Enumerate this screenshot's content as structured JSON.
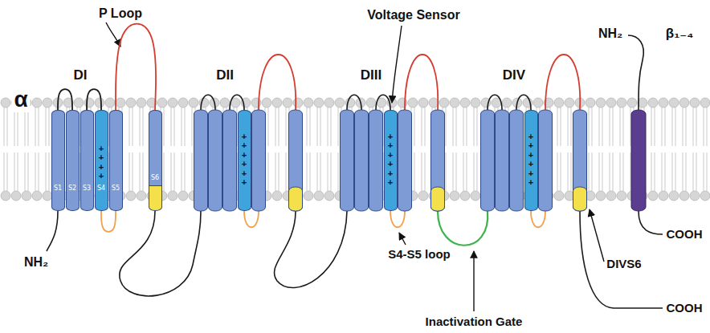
{
  "diagram": {
    "nodes": [
      {
        "text": [
          "S1"
        ]
      },
      {
        "text": [
          "S2"
        ]
      },
      {
        "text": [
          "S3"
        ]
      },
      {
        "text": [
          "+ + + +",
          "S4"
        ]
      },
      {
        "text": [
          "S5"
        ]
      },
      {
        "text": [
          "S6"
        ]
      },
      {
        "text": [
          "+ + + + + +"
        ]
      },
      {
        "text": [
          "+ + + + + +"
        ]
      },
      {
        "text": [
          "+ + + + + +"
        ]
      }
    ],
    "edges": [
      {
        "from": 0,
        "to": 1,
        "arrow": "none"
      },
      {
        "from": 2,
        "to": 3,
        "arrow": "none"
      },
      {
        "from": 3,
        "to": 4,
        "arrow": "none"
      },
      {
        "from": 4,
        "to": 5,
        "arrow": "none"
      }
    ],
    "labels": [
      "P Loop",
      "Voltage Sensor",
      "DI",
      "DII",
      "DIII",
      "DIV",
      "α",
      "NH₂",
      "S4-S5 loop",
      "Inactivation Gate",
      "DIVS6",
      "COOH",
      "NH₂",
      "β₁₋₄",
      "COOH"
    ]
  }
}
